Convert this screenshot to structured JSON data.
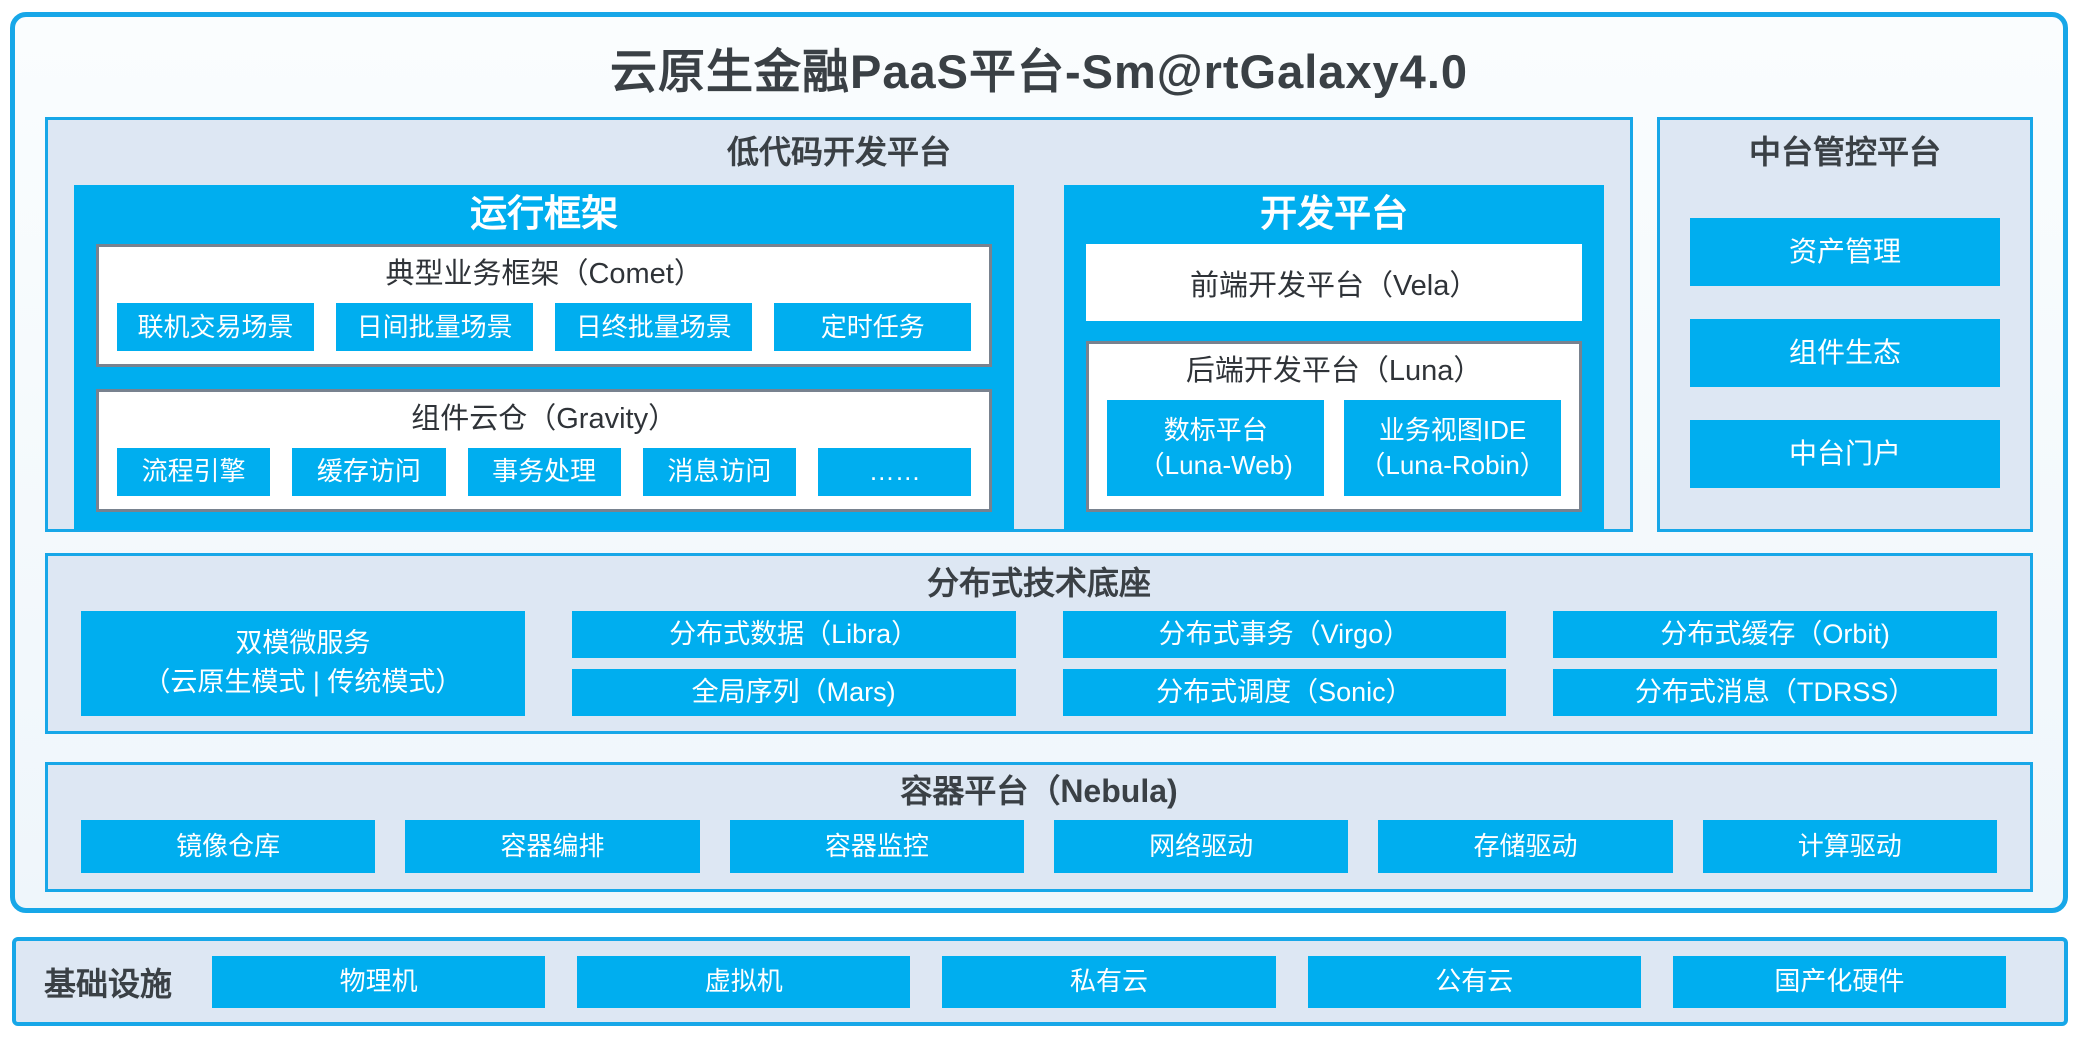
{
  "title": "云原生金融PaaS平台-Sm@rtGalaxy4.0",
  "colors": {
    "accent_blue": "#00aeef",
    "border_blue": "#17a7e8",
    "section_bg": "#dde7f3",
    "gray_box_border": "#78828f",
    "dark_text": "#3a4045",
    "white_text": "#ffffff"
  },
  "lowcode": {
    "header": "低代码开发平台",
    "runtime": {
      "header": "运行框架",
      "comet": {
        "title": "典型业务框架（Comet）",
        "items": [
          "联机交易场景",
          "日间批量场景",
          "日终批量场景",
          "定时任务"
        ]
      },
      "gravity": {
        "title": "组件云仓（Gravity）",
        "items": [
          "流程引擎",
          "缓存访问",
          "事务处理",
          "消息访问",
          "……"
        ]
      }
    },
    "dev": {
      "header": "开发平台",
      "vela": "前端开发平台（Vela）",
      "luna": {
        "title": "后端开发平台（Luna）",
        "items": [
          {
            "line1": "数标平台",
            "line2": "（Luna-Web)"
          },
          {
            "line1": "业务视图IDE",
            "line2": "（Luna-Robin）"
          }
        ]
      }
    }
  },
  "midplatform": {
    "header": "中台管控平台",
    "items": [
      "资产管理",
      "组件生态",
      "中台门户"
    ]
  },
  "distributed": {
    "header": "分布式技术底座",
    "dual_mode": {
      "line1": "双模微服务",
      "line2": "（云原生模式 | 传统模式）"
    },
    "grid": [
      [
        "分布式数据（Libra）",
        "全局序列（Mars)"
      ],
      [
        "分布式事务（Virgo）",
        "分布式调度（Sonic）"
      ],
      [
        "分布式缓存（Orbit)",
        "分布式消息（TDRSS）"
      ]
    ]
  },
  "container": {
    "header": "容器平台（Nebula)",
    "items": [
      "镜像仓库",
      "容器编排",
      "容器监控",
      "网络驱动",
      "存储驱动",
      "计算驱动"
    ]
  },
  "infrastructure": {
    "header": "基础设施",
    "items": [
      "物理机",
      "虚拟机",
      "私有云",
      "公有云",
      "国产化硬件"
    ]
  }
}
